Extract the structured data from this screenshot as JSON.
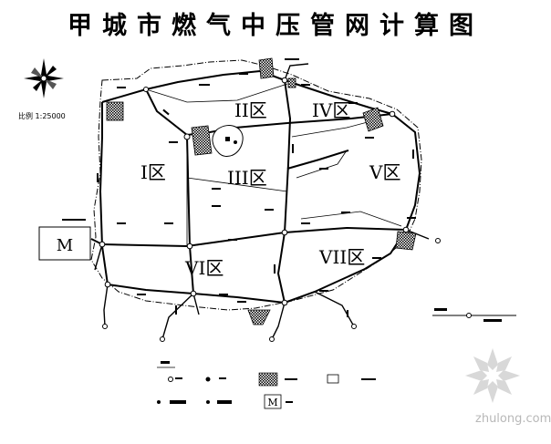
{
  "title": "甲城市燃气中压管网计算图",
  "compass": {
    "label": "比例 1:25000"
  },
  "zones": [
    "I区",
    "II区",
    "III区",
    "IV区",
    "V区",
    "VI区",
    "VII区"
  ],
  "station": {
    "label": "M"
  },
  "watermark": "zhulong.com"
}
